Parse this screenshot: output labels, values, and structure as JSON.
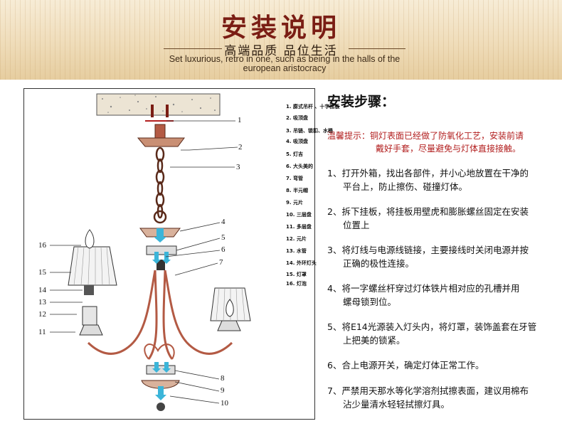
{
  "header": {
    "title": "安装说明",
    "subtitle": "高端品质  品位生活",
    "english_line1": "Set luxurious, retro in one, such as being in the halls of the",
    "english_line2": "european aristocracy"
  },
  "diagram": {
    "callouts": [
      "1",
      "2",
      "3",
      "4",
      "5",
      "6",
      "7",
      "8",
      "9",
      "10",
      "11",
      "12",
      "13",
      "14",
      "15",
      "16"
    ],
    "parts_list": [
      "1. 膨式吊杆 、十字挂板",
      "2. 吸顶盘",
      "3. 吊链、锁扣、水桶",
      "4. 吸顶盘",
      "5. 灯吉",
      "6. 大头美的",
      "7. 弯管",
      "8. 半元帽",
      "9. 元片",
      "10. 三层盘",
      "11. 多层盘",
      "12. 元片",
      "13. 水管",
      "14. 外环灯头",
      "15. 灯罩",
      "16. 灯泡"
    ]
  },
  "steps": {
    "title": "安装步骤：",
    "tip_line1": "温馨提示：铜灯表面已经做了防氧化工艺，安装前请",
    "tip_line2": "戴好手套，尽量避免与灯体直接接触。",
    "items": [
      {
        "l1": "1、打开外箱，找出各部件，并小心地放置在干净的",
        "l2": "平台上，防止擦伤、碰撞灯体。"
      },
      {
        "l1": "2、拆下挂板，将挂板用壁虎和膨胀螺丝固定在安装",
        "l2": "位置上"
      },
      {
        "l1": "3、将灯线与电源线链接，主要接线时关闭电源并按",
        "l2": "正确的极性连接。"
      },
      {
        "l1": "4、将一字螺丝杆穿过灯体铁片相对应的孔槽并用",
        "l2": "螺母锁到位。"
      },
      {
        "l1": "5、将E14光源装入灯头内，将灯罩，装饰盖套在牙管",
        "l2": "上把美的锁紧。"
      },
      {
        "l1": "6、合上电源开关，确定灯体正常工作。",
        "l2": ""
      },
      {
        "l1": "7、严禁用天那水等化学溶剂拭擦表面，建议用棉布",
        "l2": "沾少量清水轻轻拭擦灯具。"
      }
    ]
  },
  "colors": {
    "title": "#7a1d14",
    "tip": "#b21e1e",
    "arrow": "#3bb5d9",
    "arm": "#b35a44"
  }
}
